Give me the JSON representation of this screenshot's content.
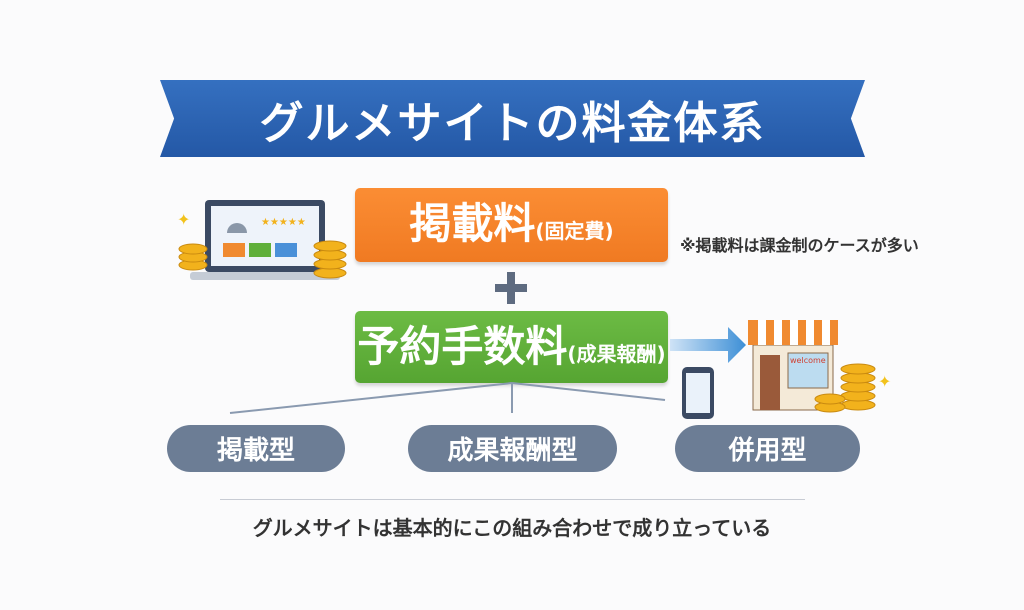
{
  "title": "グルメサイトの料金体系",
  "listing_fee": {
    "label": "掲載料",
    "sub": "(固定費)",
    "note": "※掲載料は課金制のケースが多い"
  },
  "booking_fee": {
    "label": "予約手数料",
    "sub": "(成果報酬)"
  },
  "types": [
    "掲載型",
    "成果報酬型",
    "併用型"
  ],
  "shop_sign": "welcome",
  "caption": "グルメサイトは基本的にこの組み合わせで成り立っている",
  "colors": {
    "banner": "#2a63b0",
    "orange": "#f5832a",
    "green": "#5faf3a",
    "pill": "#6c7d95"
  }
}
